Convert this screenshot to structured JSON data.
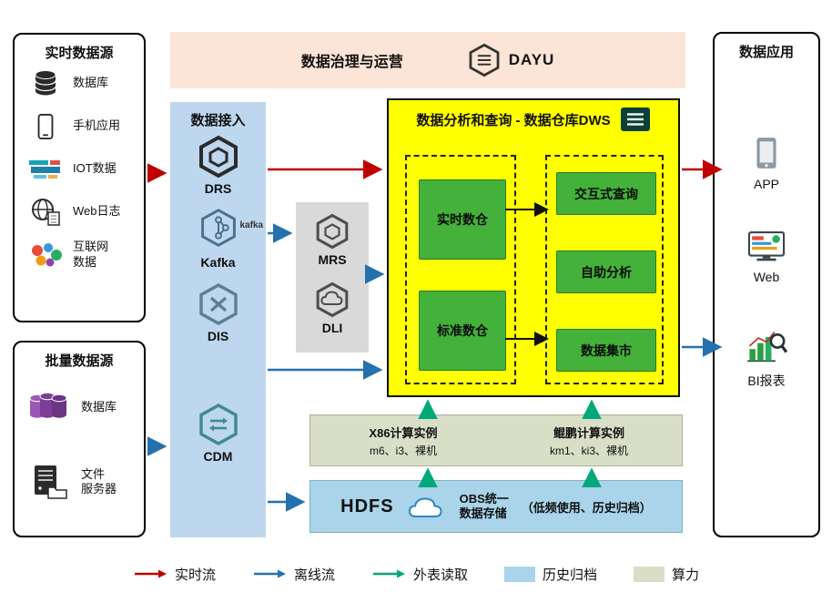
{
  "governance": {
    "title": "数据治理与运营",
    "product": "DAYU"
  },
  "sources_realtime": {
    "title": "实时数据源",
    "items": [
      {
        "label": "数据库",
        "icon": "database-icon"
      },
      {
        "label": "手机应用",
        "icon": "phone-icon"
      },
      {
        "label": "IOT数据",
        "icon": "iot-icon"
      },
      {
        "label": "Web日志",
        "icon": "web-log-icon"
      },
      {
        "label": "互联网\n数据",
        "icon": "internet-data-icon"
      }
    ]
  },
  "sources_batch": {
    "title": "批量数据源",
    "items": [
      {
        "label": "数据库",
        "icon": "database-purple-icon"
      },
      {
        "label": "文件\n服务器",
        "icon": "file-server-icon"
      }
    ]
  },
  "ingestion": {
    "title": "数据接入",
    "services": [
      "DRS",
      "Kafka",
      "DIS",
      "CDM"
    ],
    "kafka_logo": "kafka"
  },
  "processing": {
    "services": [
      "MRS",
      "DLI"
    ]
  },
  "dws": {
    "title": "数据分析和查询 - 数据仓库DWS",
    "left_modules": [
      "实时数仓",
      "标准数仓"
    ],
    "right_modules": [
      "交互式查询",
      "自助分析",
      "数据集市"
    ]
  },
  "compute": {
    "x86_title": "X86计算实例",
    "x86_spec": "m6、i3、裸机",
    "kunpeng_title": "鲲鹏计算实例",
    "kunpeng_spec": "km1、ki3、裸机"
  },
  "storage": {
    "hdfs_label": "HDFS",
    "obs_title": "OBS统一\n数据存储",
    "obs_note": "（低频使用、历史归档）"
  },
  "applications": {
    "title": "数据应用",
    "items": [
      "APP",
      "Web",
      "BI报表"
    ]
  },
  "legend": {
    "items": [
      {
        "label": "实时流",
        "kind": "arrow",
        "color": "#c00000"
      },
      {
        "label": "离线流",
        "kind": "arrow",
        "color": "#2471ae"
      },
      {
        "label": "外表读取",
        "kind": "arrow",
        "color": "#00a87a"
      },
      {
        "label": "历史归档",
        "kind": "swatch",
        "color": "#a9d4ea"
      },
      {
        "label": "算力",
        "kind": "swatch",
        "color": "#d9dfc7"
      }
    ]
  },
  "colors": {
    "dws_bg": "#ffff00",
    "module_green": "#44b13a",
    "ingestion_bg": "#bdd7ee",
    "governance_bg": "#fce4d6",
    "processing_bg": "#d9d9d9"
  }
}
